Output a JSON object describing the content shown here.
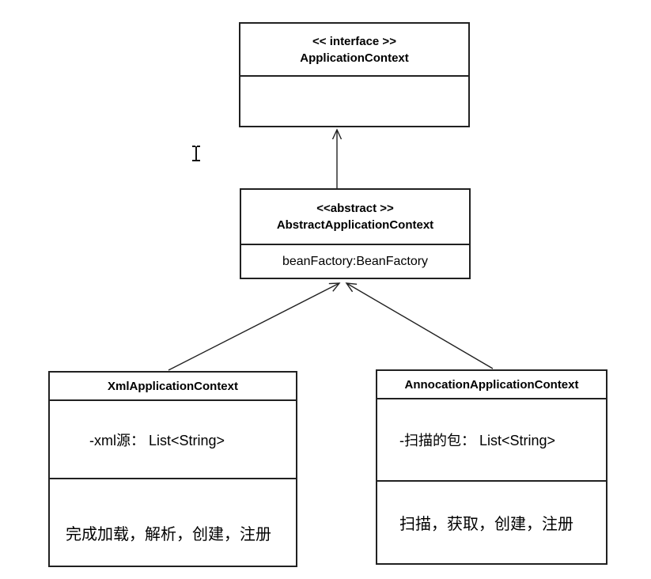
{
  "boxes": {
    "interface": {
      "stereotype": "<< interface >>",
      "name": "ApplicationContext"
    },
    "abstract": {
      "stereotype": "<<abstract >>",
      "name": "AbstractApplicationContext",
      "attribute": "beanFactory:BeanFactory"
    },
    "xml": {
      "name": "XmlApplicationContext",
      "attribute": "-xml源： List<String>",
      "method": "完成加载，解析，创建，注册"
    },
    "annotation": {
      "name": "AnnocationApplicationContext",
      "attribute": "-扫描的包： List<String>",
      "method": "扫描，获取，创建，注册"
    }
  },
  "relations": [
    {
      "from": "AbstractApplicationContext",
      "to": "ApplicationContext",
      "type": "generalization-arrow"
    },
    {
      "from": "XmlApplicationContext",
      "to": "AbstractApplicationContext",
      "type": "generalization-arrow"
    },
    {
      "from": "AnnocationApplicationContext",
      "to": "AbstractApplicationContext",
      "type": "generalization-arrow"
    }
  ],
  "cursor": {
    "icon": "text-ibeam-cursor"
  },
  "colors": {
    "line": "#212121",
    "background": "#ffffff",
    "text": "#000000"
  }
}
